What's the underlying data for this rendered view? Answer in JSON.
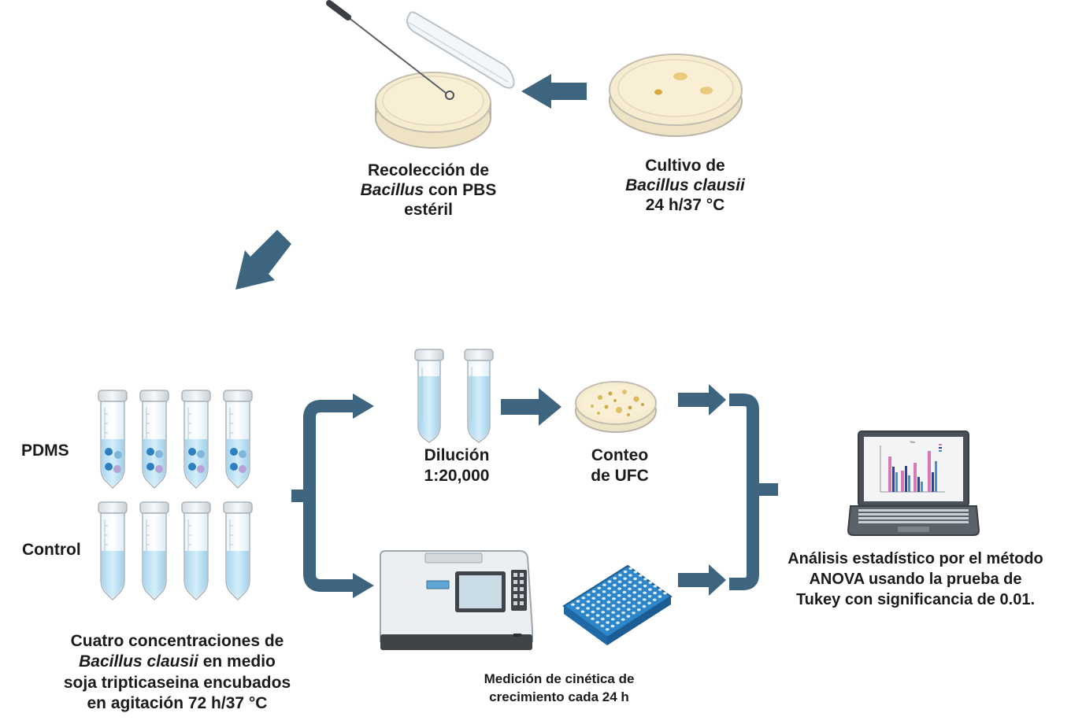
{
  "labels": {
    "collection": {
      "line1": "Recolección de",
      "line2_italic": "Bacillus",
      "line2_rest": " con PBS",
      "line3": "estéril"
    },
    "culture": {
      "line1": "Cultivo de",
      "line2_italic": "Bacillus clausii",
      "line3": "24 h/37 °C"
    },
    "pdms": "PDMS",
    "control": "Control",
    "concentrations": {
      "line1": "Cuatro concentraciones de",
      "line2_italic": "Bacillus clausii",
      "line2_rest": " en medio",
      "line3": "soja tripticaseina encubados",
      "line4": "en agitación 72 h/37 °C"
    },
    "dilution": {
      "line1": "Dilución",
      "line2": "1:20,000"
    },
    "cfu_count": {
      "line1": "Conteo",
      "line2": "de UFC"
    },
    "kinetics": {
      "line1": "Medición de cinética de",
      "line2": "crecimiento cada 24 h"
    },
    "analysis": {
      "line1": "Análisis estadístico por el método",
      "line2": "ANOVA usando la prueba de",
      "line3": "Tukey con significancia de 0.01."
    }
  },
  "colors": {
    "arrow": "#3d6580",
    "agar": "#f6e7bf",
    "tube_liquid": "#bfe2f3",
    "plate_blue": "#2d86c9",
    "bead_blue": "#2f7fc0",
    "bead_purple": "#b7a2d6"
  },
  "icons": [
    "petri-dish-icon",
    "inoculation-loop-icon",
    "conical-tube-icon",
    "spectrophotometer-icon",
    "well-plate-icon",
    "laptop-icon"
  ]
}
